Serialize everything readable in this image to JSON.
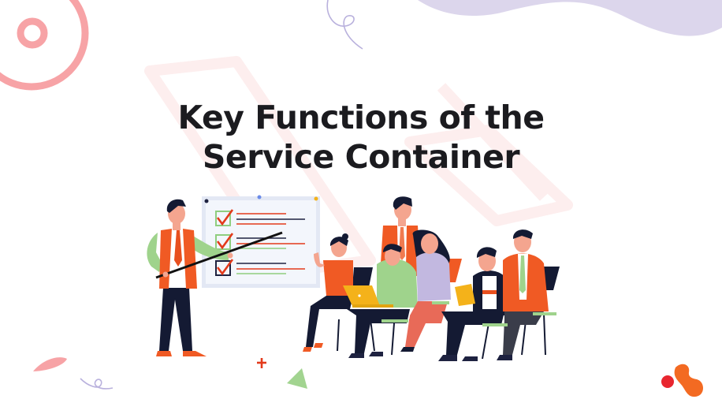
{
  "banner": {
    "title_line1": "Key Functions of the",
    "title_line2": "Service Container"
  },
  "illustration": {
    "scene": "presenter-with-checklist-and-seated-audience",
    "whiteboard": {
      "checklist_items": [
        {
          "checked": true,
          "box_color": "#8fce7f"
        },
        {
          "checked": true,
          "box_color": "#8fce7f"
        },
        {
          "checked": true,
          "box_color": "#1e2240"
        }
      ],
      "pin_colors": [
        "#1e2240",
        "#6b8be8",
        "#f4b21a"
      ]
    },
    "people_count": 7
  },
  "decorations": [
    "pink-ring-icon",
    "lavender-wave-shape",
    "lavender-squiggle-icon",
    "pink-leaf-shape",
    "red-plus-icon",
    "green-triangle-icon",
    "brand-logo-icon"
  ],
  "colors": {
    "title": "#1b1b1f",
    "accent_orange": "#f05a24",
    "pink": "#f7a3a6",
    "lavender": "#dcd6ec",
    "green": "#9fd38c",
    "navy": "#141a33",
    "logo_red": "#e8262f",
    "logo_orange": "#f36a22"
  }
}
